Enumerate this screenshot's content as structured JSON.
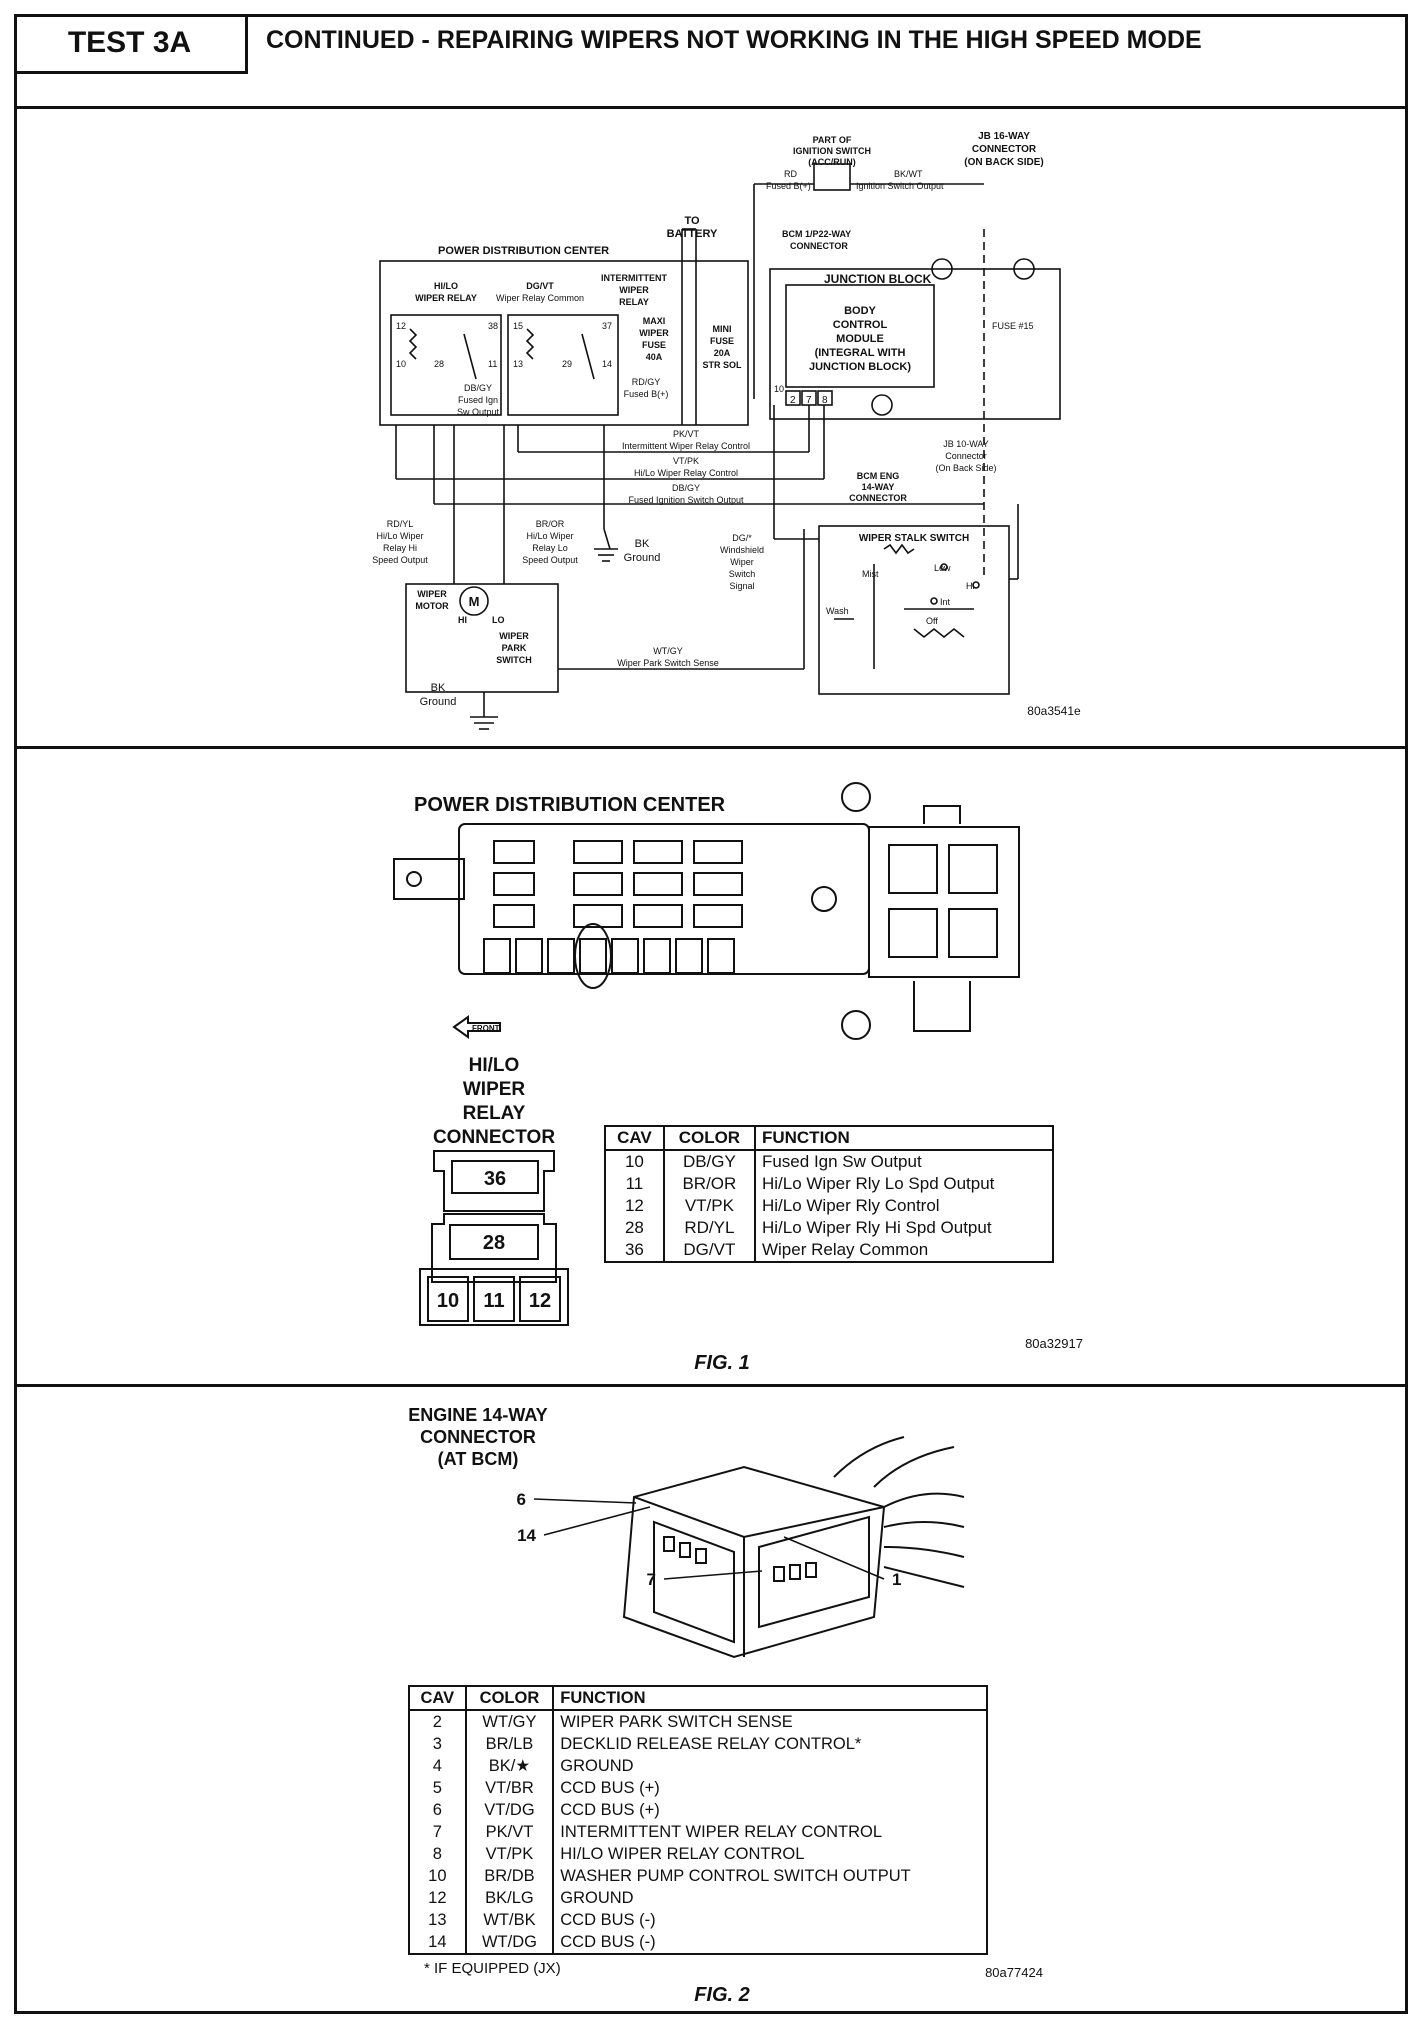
{
  "header": {
    "test_id": "TEST 3A",
    "title": "CONTINUED - REPAIRING WIPERS NOT WORKING IN THE HIGH SPEED MODE"
  },
  "schematic": {
    "ref": "80a3541e",
    "pdc_label": "POWER DISTRIBUTION CENTER",
    "to_battery": [
      "TO",
      "BATTERY"
    ],
    "hilo_relay": [
      "HI/LO",
      "WIPER RELAY"
    ],
    "dgvt_label": [
      "DG/VT",
      "Wiper Relay Common"
    ],
    "intermittent_relay": [
      "INTERMITTENT",
      "WIPER",
      "RELAY"
    ],
    "maxi_fuse": [
      "MAXI",
      "WIPER",
      "FUSE",
      "40A"
    ],
    "mini_fuse": [
      "MINI",
      "FUSE",
      "20A",
      "STR SOL"
    ],
    "rdgy_label": [
      "RD/GY",
      "Fused B(+)"
    ],
    "dbgy_label": [
      "DB/GY",
      "Fused Ign",
      "Sw Output"
    ],
    "relay_pins": [
      "12",
      "38",
      "10",
      "28",
      "11",
      "15",
      "37",
      "13",
      "29",
      "14"
    ],
    "ign_switch": [
      "PART OF",
      "IGNITION SWITCH",
      "(ACC/RUN)"
    ],
    "rd_label": [
      "RD",
      "Fused B(+)"
    ],
    "bkwt_label": [
      "BK/WT",
      "Ignition Switch Output"
    ],
    "jb16": [
      "JB 16-WAY",
      "CONNECTOR",
      "(ON BACK SIDE)"
    ],
    "bcm_p22": [
      "BCM 1/P22-WAY",
      "CONNECTOR"
    ],
    "junction_block": "JUNCTION BLOCK",
    "bcm_module": [
      "BODY",
      "CONTROL",
      "MODULE",
      "(INTEGRAL WITH",
      "JUNCTION BLOCK)"
    ],
    "fuse15": "FUSE #15",
    "bcm_pins": [
      "10",
      "2",
      "7",
      "8"
    ],
    "jb10": [
      "JB 10-WAY",
      "Connector",
      "(On Back Side)"
    ],
    "bcm_eng": [
      "BCM ENG",
      "14-WAY",
      "CONNECTOR"
    ],
    "pkvt": [
      "PK/VT",
      "Intermittent Wiper Relay Control"
    ],
    "vtpk": [
      "VT/PK",
      "Hi/Lo Wiper Relay Control"
    ],
    "dbgy2": [
      "DB/GY",
      "Fused Ignition Switch Output"
    ],
    "rdyl": [
      "RD/YL",
      "Hi/Lo Wiper",
      "Relay Hi",
      "Speed Output"
    ],
    "bror": [
      "BR/OR",
      "Hi/Lo Wiper",
      "Relay Lo",
      "Speed Output"
    ],
    "bk_ground": [
      "BK",
      "Ground"
    ],
    "dg_star": [
      "DG/*",
      "Windshield",
      "Wiper",
      "Switch",
      "Signal"
    ],
    "wiper_stalk": "WIPER STALK SWITCH",
    "stalk_positions": [
      "Low",
      "Hi",
      "Mist",
      "Int",
      "Off",
      "Wash"
    ],
    "wiper_motor": [
      "WIPER",
      "MOTOR"
    ],
    "motor_letter": "M",
    "motor_hi": "HI",
    "motor_lo": "LO",
    "park_switch": [
      "WIPER",
      "PARK",
      "SWITCH"
    ],
    "wtgy": [
      "WT/GY",
      "Wiper Park Switch Sense"
    ],
    "bk_ground2": [
      "BK",
      "Ground"
    ]
  },
  "fig1": {
    "caption": "FIG. 1",
    "ref": "80a32917",
    "pdc_title": "POWER DISTRIBUTION CENTER",
    "front": "FRONT",
    "connector_title": [
      "HI/LO",
      "WIPER",
      "RELAY",
      "CONNECTOR"
    ],
    "connector_cavities": [
      "36",
      "28",
      "10",
      "11",
      "12"
    ],
    "table": {
      "headers": [
        "CAV",
        "COLOR",
        "FUNCTION"
      ],
      "rows": [
        [
          "10",
          "DB/GY",
          "Fused Ign Sw Output"
        ],
        [
          "11",
          "BR/OR",
          "Hi/Lo Wiper Rly Lo Spd Output"
        ],
        [
          "12",
          "VT/PK",
          "Hi/Lo Wiper Rly Control"
        ],
        [
          "28",
          "RD/YL",
          "Hi/Lo Wiper Rly Hi Spd Output"
        ],
        [
          "36",
          "DG/VT",
          "Wiper Relay Common"
        ]
      ]
    }
  },
  "fig2": {
    "caption": "FIG. 2",
    "ref": "80a77424",
    "connector_title": [
      "ENGINE 14-WAY",
      "CONNECTOR",
      "(AT BCM)"
    ],
    "pin_callouts": [
      "6",
      "14",
      "7",
      "1"
    ],
    "footnote": "* IF EQUIPPED (JX)",
    "table": {
      "headers": [
        "CAV",
        "COLOR",
        "FUNCTION"
      ],
      "rows": [
        [
          "2",
          "WT/GY",
          "WIPER PARK SWITCH SENSE"
        ],
        [
          "3",
          "BR/LB",
          "DECKLID RELEASE RELAY CONTROL*"
        ],
        [
          "4",
          "BK/★",
          "GROUND"
        ],
        [
          "5",
          "VT/BR",
          "CCD BUS (+)"
        ],
        [
          "6",
          "VT/DG",
          "CCD BUS (+)"
        ],
        [
          "7",
          "PK/VT",
          "INTERMITTENT WIPER RELAY CONTROL"
        ],
        [
          "8",
          "VT/PK",
          "HI/LO WIPER RELAY CONTROL"
        ],
        [
          "10",
          "BR/DB",
          "WASHER PUMP CONTROL SWITCH OUTPUT"
        ],
        [
          "12",
          "BK/LG",
          "GROUND"
        ],
        [
          "13",
          "WT/BK",
          "CCD BUS (-)"
        ],
        [
          "14",
          "WT/DG",
          "CCD BUS (-)"
        ]
      ]
    }
  }
}
